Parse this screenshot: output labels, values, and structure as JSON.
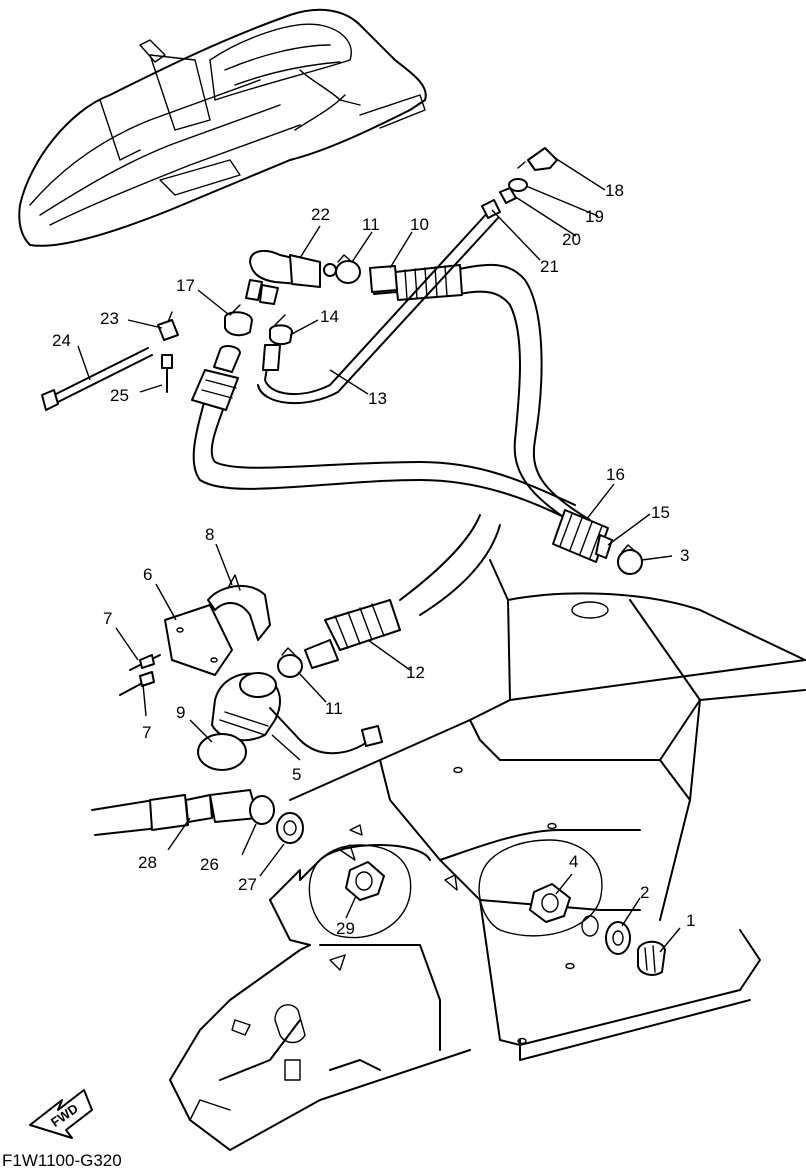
{
  "diagram": {
    "code": "F1W1100-G320",
    "fwd_label": "FWD",
    "callouts": {
      "c1": "1",
      "c2": "2",
      "c3": "3",
      "c4": "4",
      "c5": "5",
      "c6": "6",
      "c7a": "7",
      "c7b": "7",
      "c8": "8",
      "c9": "9",
      "c10": "10",
      "c11a": "11",
      "c11b": "11",
      "c12": "12",
      "c13": "13",
      "c14": "14",
      "c15": "15",
      "c16": "16",
      "c17": "17",
      "c18": "18",
      "c19": "19",
      "c20": "20",
      "c21": "21",
      "c22": "22",
      "c23": "23",
      "c24": "24",
      "c25": "25",
      "c26": "26",
      "c27": "27",
      "c28": "28",
      "c29": "29"
    }
  }
}
